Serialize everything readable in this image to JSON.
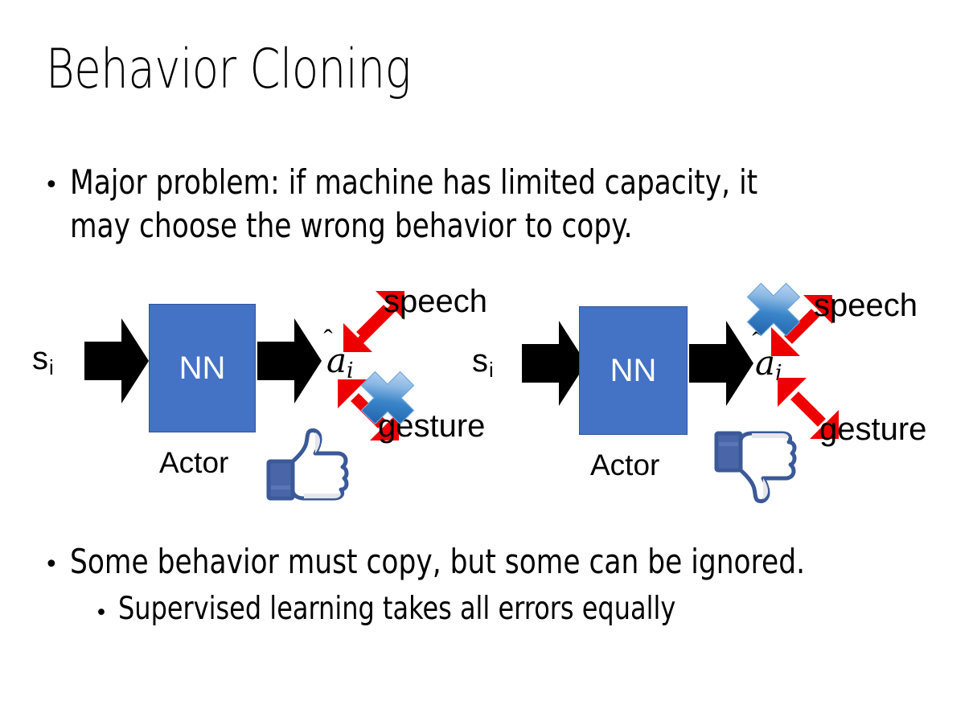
{
  "slide": {
    "title": "Behavior Cloning",
    "background_color": "#FFFFFF",
    "bullets": [
      {
        "marker": "•",
        "text": "Major problem: if machine has limited capacity, it may choose the wrong behavior to copy.",
        "level": 1
      },
      {
        "marker": "•",
        "text": "Some behavior must copy, but some can be ignored.",
        "level": 1
      },
      {
        "marker": "•",
        "text": "Supervised learning takes all errors equally",
        "level": 2
      }
    ]
  },
  "diagrams": [
    {
      "id": "left",
      "input_label": "s",
      "input_subscript": "i",
      "model_label": "NN",
      "model_caption": "Actor",
      "model_color": "#4472C4",
      "model_border_color": "#2F5597",
      "model_text_color": "#FFFFFF",
      "output_label": "a",
      "output_subscript": "i",
      "output_accent": "̂",
      "branches": [
        {
          "name": "speech-branch",
          "label": "speech",
          "direction": "up-right",
          "crossed": false
        },
        {
          "name": "gesture-branch",
          "label": "gesture",
          "direction": "down-right",
          "crossed": true
        }
      ],
      "feedback_icon": "thumbs-up-icon",
      "arrow_color": "#EE0000",
      "cross_color": "#2E75B6",
      "flow_arrow_color": "#000000"
    },
    {
      "id": "right",
      "input_label": "s",
      "input_subscript": "i",
      "model_label": "NN",
      "model_caption": "Actor",
      "model_color": "#4472C4",
      "model_border_color": "#2F5597",
      "model_text_color": "#FFFFFF",
      "output_label": "a",
      "output_subscript": "i",
      "output_accent": "̂",
      "branches": [
        {
          "name": "speech-branch",
          "label": "speech",
          "direction": "up-right",
          "crossed": true
        },
        {
          "name": "gesture-branch",
          "label": "gesture",
          "direction": "down-right",
          "crossed": false
        }
      ],
      "feedback_icon": "thumbs-down-icon",
      "arrow_color": "#EE0000",
      "cross_color": "#2E75B6",
      "flow_arrow_color": "#000000"
    }
  ]
}
